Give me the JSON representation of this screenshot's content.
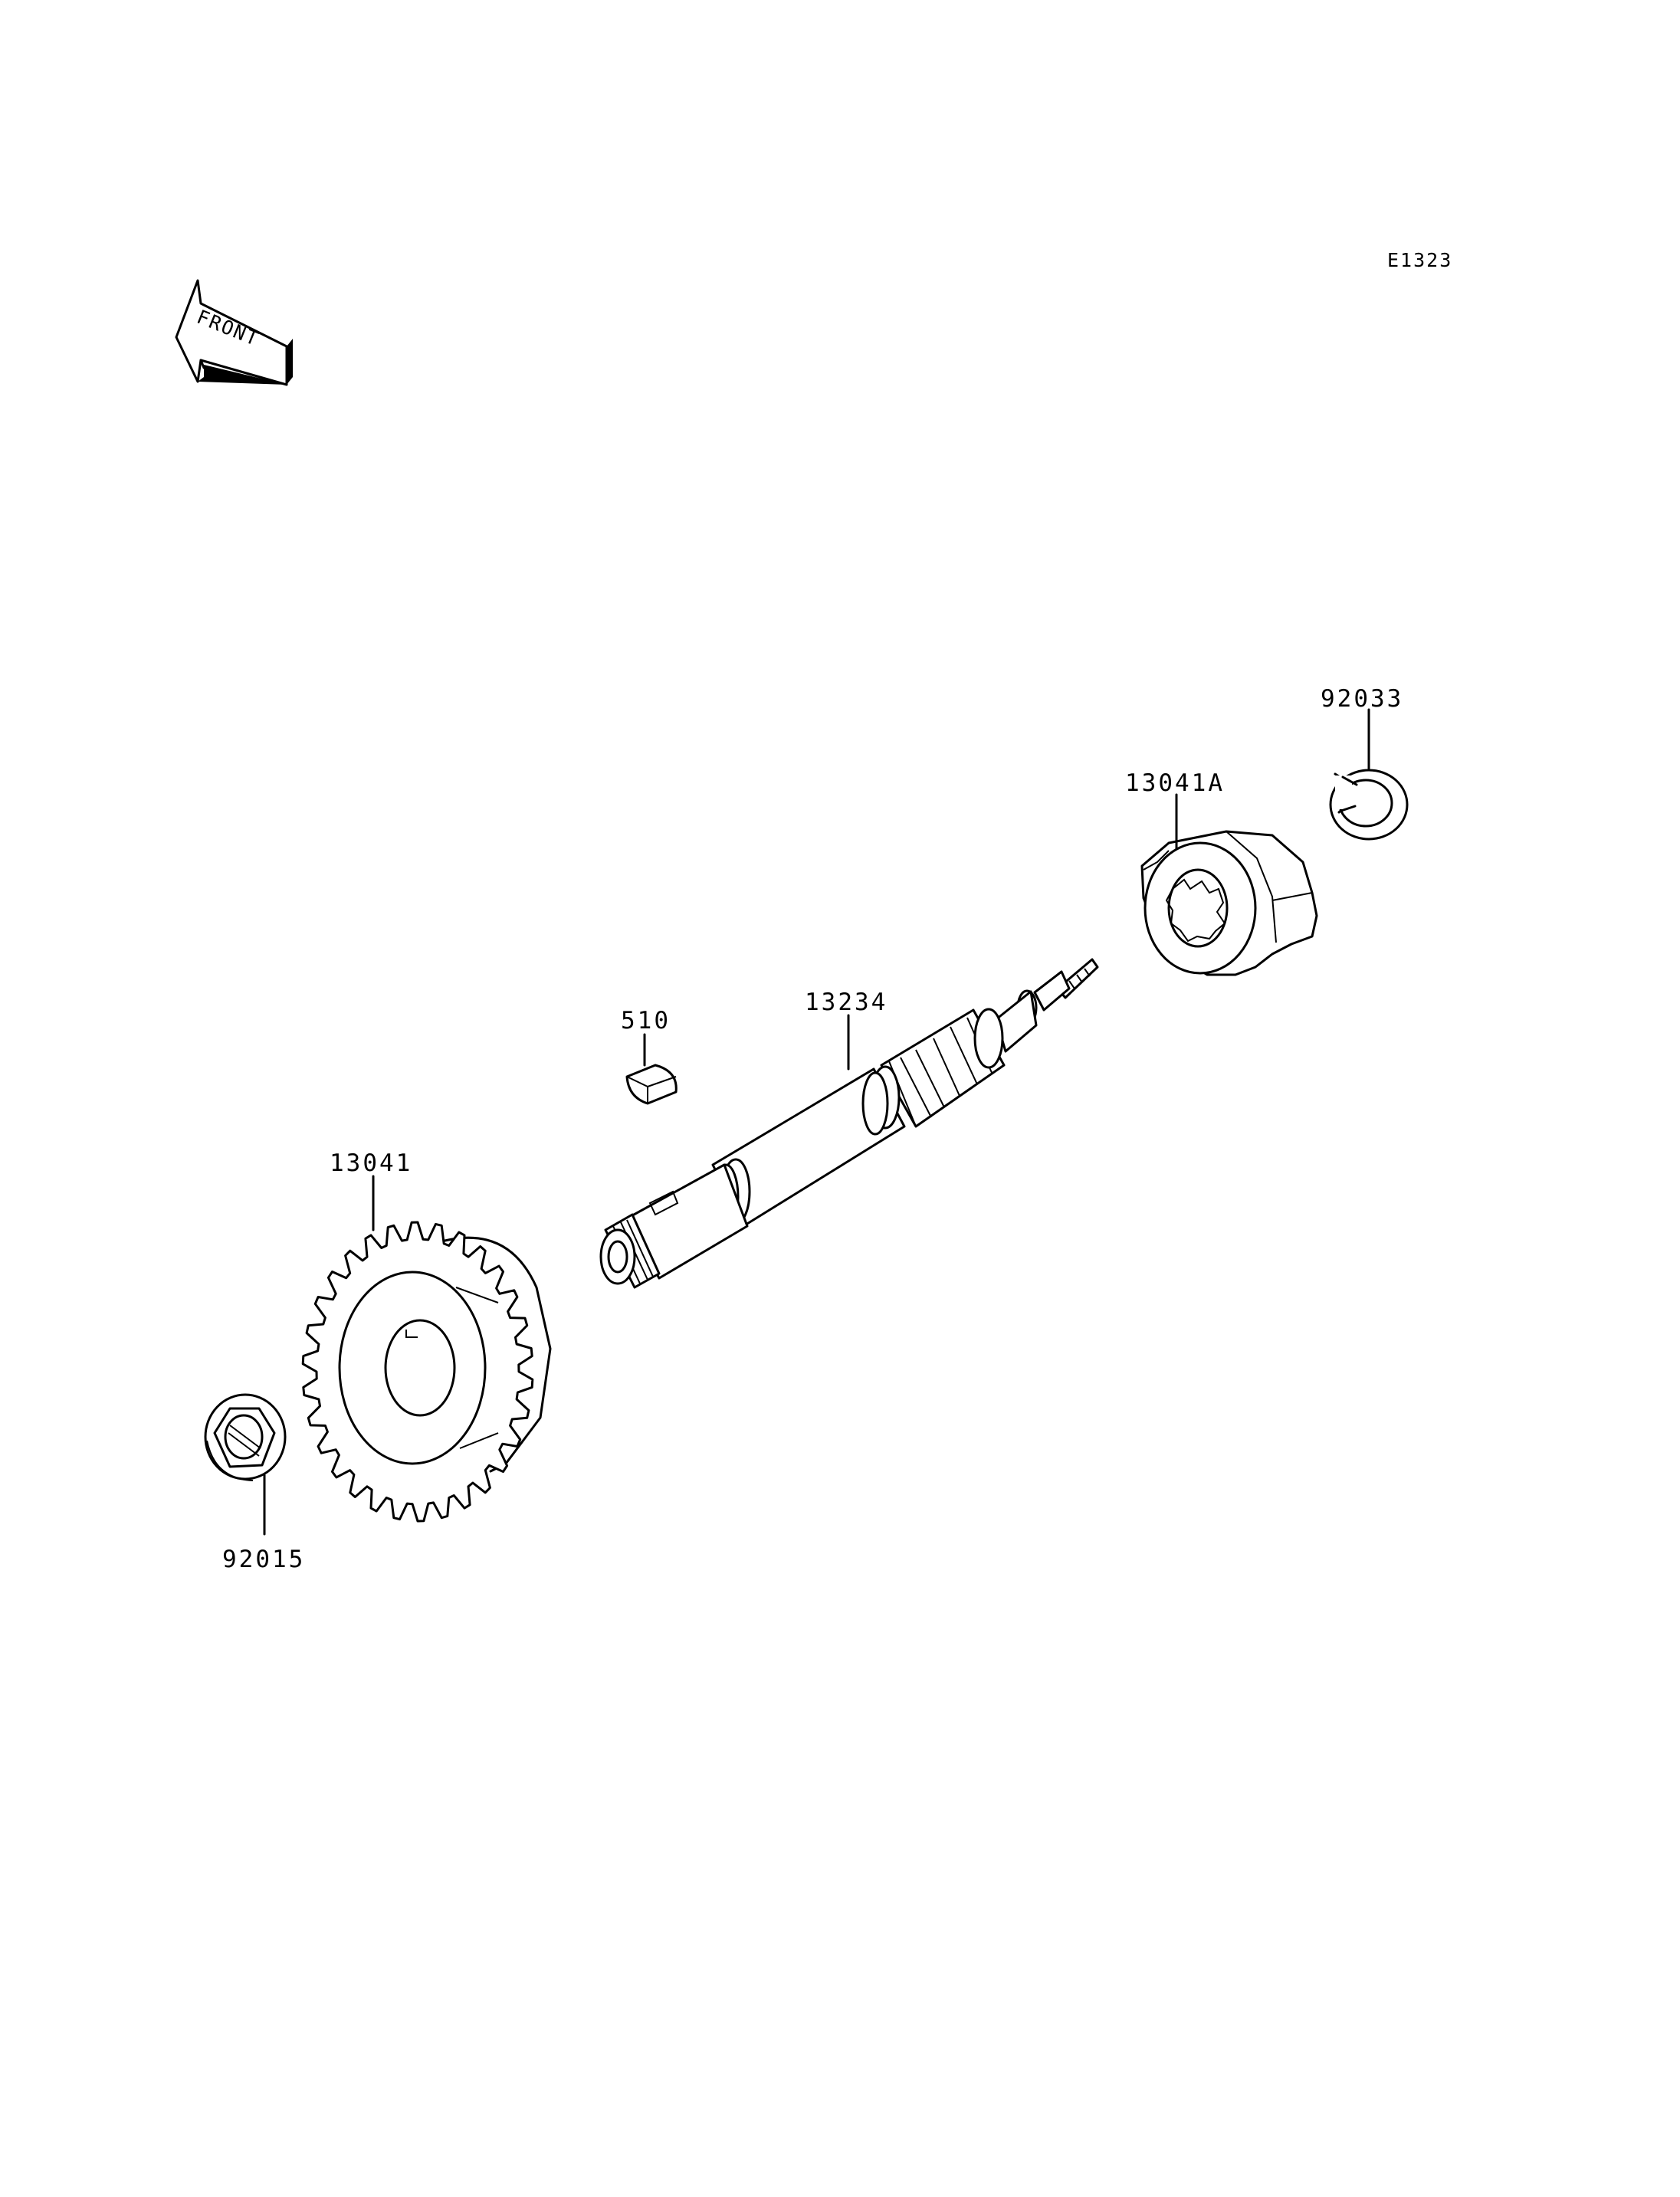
{
  "diagram_code": "E1323",
  "front_label": "FRONT",
  "parts": {
    "ring": "92033",
    "gear_a": "13041A",
    "key": "510",
    "shaft": "13234",
    "gear": "13041",
    "nut": "92015"
  },
  "icons": [
    "front-arrow-icon"
  ]
}
